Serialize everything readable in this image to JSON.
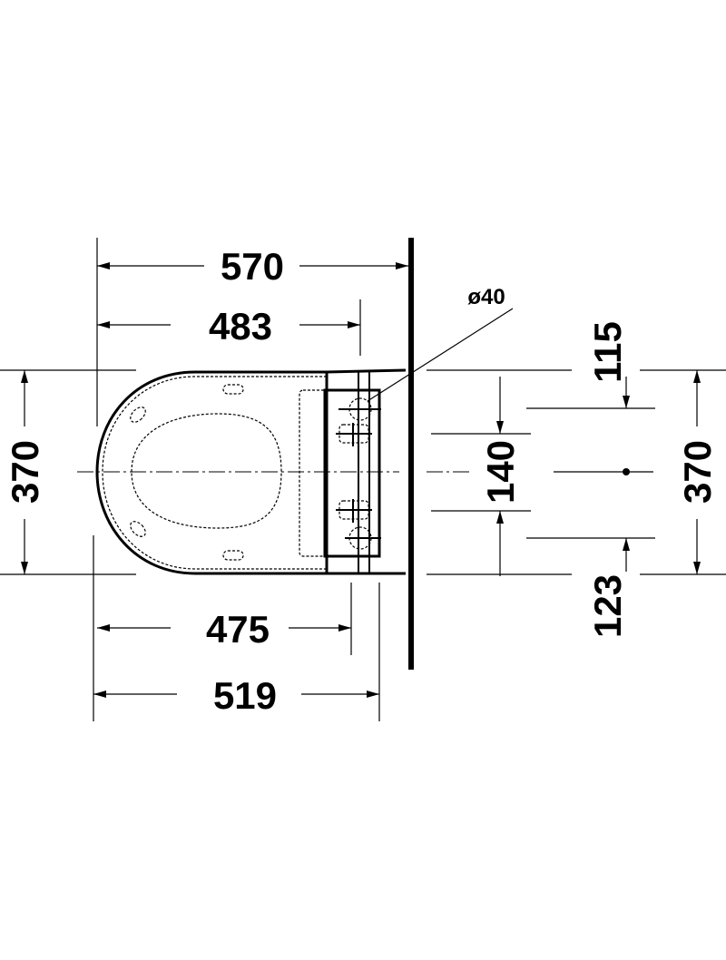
{
  "drawing": {
    "title": "Toilet top view dimension drawing",
    "dimensions": {
      "overall_depth": "570",
      "bowl_depth": "483",
      "outlet_diameter": "ø40",
      "top_to_outlet": "115",
      "width_left": "370",
      "fixing_spacing": "140",
      "width_right": "370",
      "bottom_to_outlet": "123",
      "fixing_depth": "475",
      "seat_depth": "519"
    },
    "color": "#000000"
  }
}
